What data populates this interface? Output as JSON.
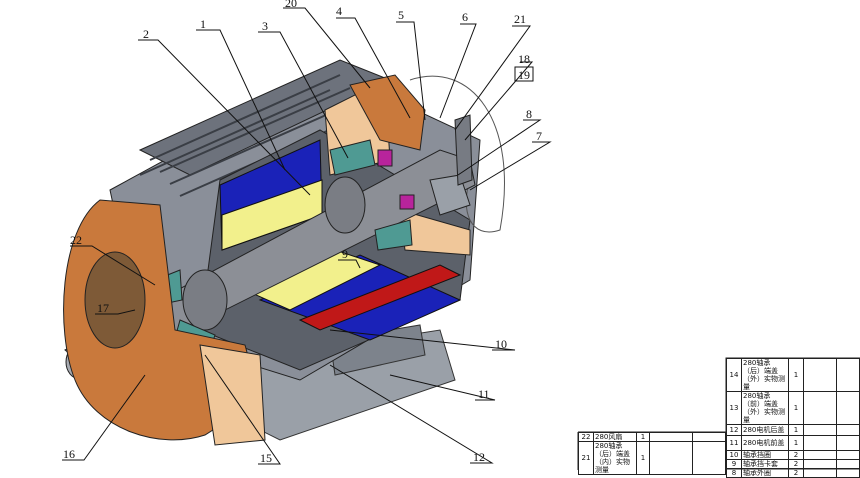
{
  "callouts": [
    {
      "label": "1"
    },
    {
      "label": "2"
    },
    {
      "label": "3"
    },
    {
      "label": "20"
    },
    {
      "label": "4"
    },
    {
      "label": "5"
    },
    {
      "label": "6"
    },
    {
      "label": "21"
    },
    {
      "label": "18"
    },
    {
      "label": "19"
    },
    {
      "label": "8"
    },
    {
      "label": "7"
    },
    {
      "label": "22"
    },
    {
      "label": "9"
    },
    {
      "label": "17"
    },
    {
      "label": "10"
    },
    {
      "label": "11"
    },
    {
      "label": "16"
    },
    {
      "label": "15"
    },
    {
      "label": "12"
    }
  ],
  "bom_right": [
    {
      "no": "14",
      "name": "280轴承（后）端盖（外）实物测量",
      "qty": "1"
    },
    {
      "no": "13",
      "name": "280轴承（前）端盖（外）实物测量",
      "qty": "1"
    },
    {
      "no": "12",
      "name": "280电机后盖",
      "qty": "1"
    },
    {
      "no": "11",
      "name": "280电机前盖",
      "qty": "1"
    },
    {
      "no": "10",
      "name": "轴承挡圈",
      "qty": "2"
    },
    {
      "no": "9",
      "name": "轴承挡卡套",
      "qty": "2"
    },
    {
      "no": "8",
      "name": "轴承外圈",
      "qty": "2"
    }
  ],
  "bom_left": [
    {
      "no": "22",
      "name": "280风扇",
      "qty": "1"
    },
    {
      "no": "21",
      "name": "280轴承（后）端盖（内）实物测量",
      "qty": "1"
    }
  ],
  "colors": {
    "housing": "#8a8f99",
    "fins": "#6d727c",
    "endcap": "#c9793c",
    "rotor_blue": "#1a22b8",
    "rotor_yellow": "#f2f08c",
    "shaft": "#8c8f96",
    "bearing": "#4f9a93",
    "seal": "#b8249c",
    "red_strip": "#c01818",
    "cut_face": "#f0c79a"
  }
}
